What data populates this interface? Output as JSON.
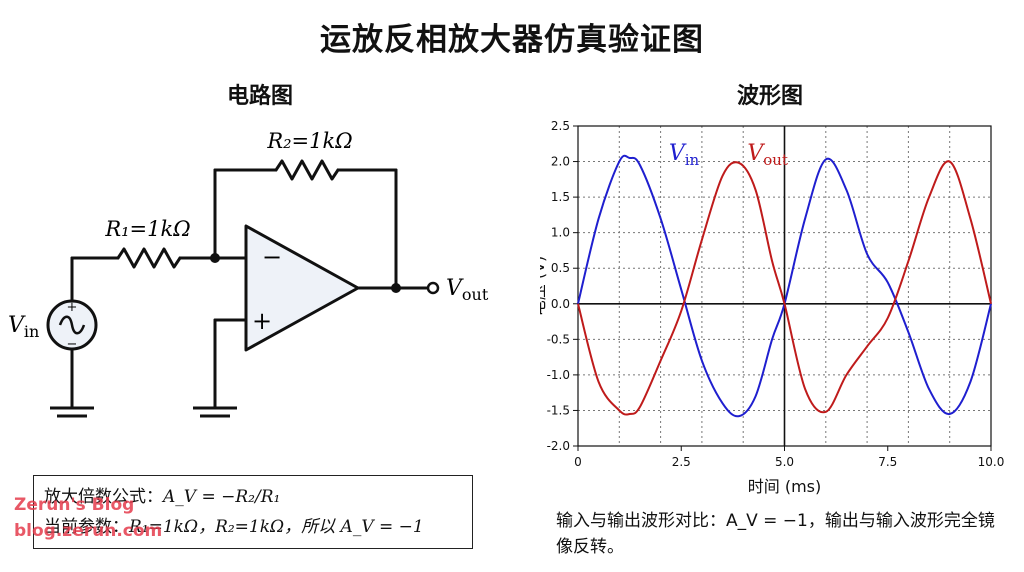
{
  "title": "运放反相放大器仿真验证图",
  "circuit": {
    "heading": "电路图",
    "r1_label": "R₁=1kΩ",
    "r2_label": "R₂=1kΩ",
    "vin_label": "V",
    "vin_sub": "in",
    "vout_label": "V",
    "vout_sub": "out",
    "minus": "−",
    "plus": "+"
  },
  "formula": {
    "line1_prefix": "放大倍数公式：",
    "line1_math": "A_V = −R₂/R₁",
    "line2_prefix": "当前参数：",
    "line2_math": "R₁=1kΩ，R₂=1kΩ，所以 A_V = −1"
  },
  "waveform": {
    "heading": "波形图",
    "caption": "输入与输出波形对比：A_V = −1，输出与输入波形完全镜像反转。"
  },
  "watermark": {
    "line1": "Zerun's Blog",
    "line2": "blog.zerun.com"
  },
  "chart_data": {
    "type": "line",
    "xlabel": "时间 (ms)",
    "ylabel": "电压 (V)",
    "xlim": [
      0,
      10
    ],
    "ylim": [
      -2,
      2.5
    ],
    "xticks": [
      "0",
      "2.5",
      "5.0",
      "7.5",
      "10.0"
    ],
    "yticks": [
      "2.5",
      "2.0",
      "1.5",
      "1.0",
      "0.5",
      "0.0",
      "-0.5",
      "-1.0",
      "-1.5",
      "-2.0"
    ],
    "grid": true,
    "series": [
      {
        "name": "V_in",
        "color": "#1f1fcf",
        "x": [
          0,
          0.5,
          1.0,
          1.25,
          1.5,
          2.0,
          2.5,
          3.0,
          3.5,
          3.9,
          4.3,
          4.7,
          5.0,
          5.5,
          6.0,
          6.5,
          7.0,
          7.5,
          8.0,
          8.5,
          9.0,
          9.5,
          10.0
        ],
        "y": [
          0.0,
          1.2,
          2.0,
          2.05,
          1.95,
          1.2,
          0.2,
          -0.8,
          -1.4,
          -1.58,
          -1.3,
          -0.5,
          0.0,
          1.2,
          2.03,
          1.6,
          0.7,
          0.3,
          -0.4,
          -1.2,
          -1.55,
          -1.1,
          0.0
        ]
      },
      {
        "name": "V_out",
        "color": "#bf1b1b",
        "x": [
          0,
          0.5,
          1.0,
          1.25,
          1.5,
          2.0,
          2.5,
          3.0,
          3.5,
          3.9,
          4.3,
          4.7,
          5.0,
          5.5,
          6.0,
          6.5,
          7.0,
          7.5,
          8.0,
          8.5,
          9.0,
          9.5,
          10.0
        ],
        "y": [
          0.0,
          -1.1,
          -1.5,
          -1.55,
          -1.45,
          -0.8,
          -0.1,
          0.9,
          1.8,
          1.98,
          1.6,
          0.6,
          0.0,
          -1.2,
          -1.52,
          -1.0,
          -0.6,
          -0.2,
          0.6,
          1.5,
          2.0,
          1.2,
          0.0
        ]
      }
    ],
    "legend": [
      {
        "label": "V",
        "sub": "in",
        "color": "#1f1fcf"
      },
      {
        "label": "V",
        "sub": "out",
        "color": "#bf1b1b"
      }
    ]
  }
}
